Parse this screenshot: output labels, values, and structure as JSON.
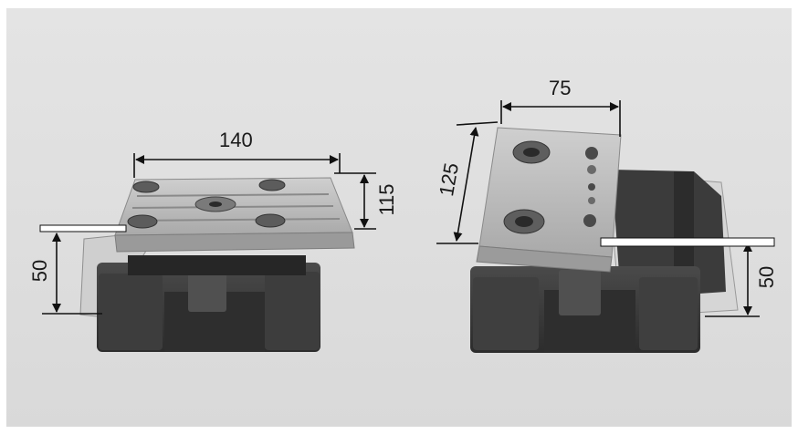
{
  "figure": {
    "left_block": {
      "width_label": "140",
      "depth_label": "115",
      "height_label": "50"
    },
    "right_block": {
      "width_label": "75",
      "depth_label": "125",
      "height_label": "50"
    },
    "colors": {
      "background": "#dcdcdc",
      "plate": "#bdbdbd",
      "body": "#3a3a3a",
      "dimension_line": "#111111"
    }
  }
}
